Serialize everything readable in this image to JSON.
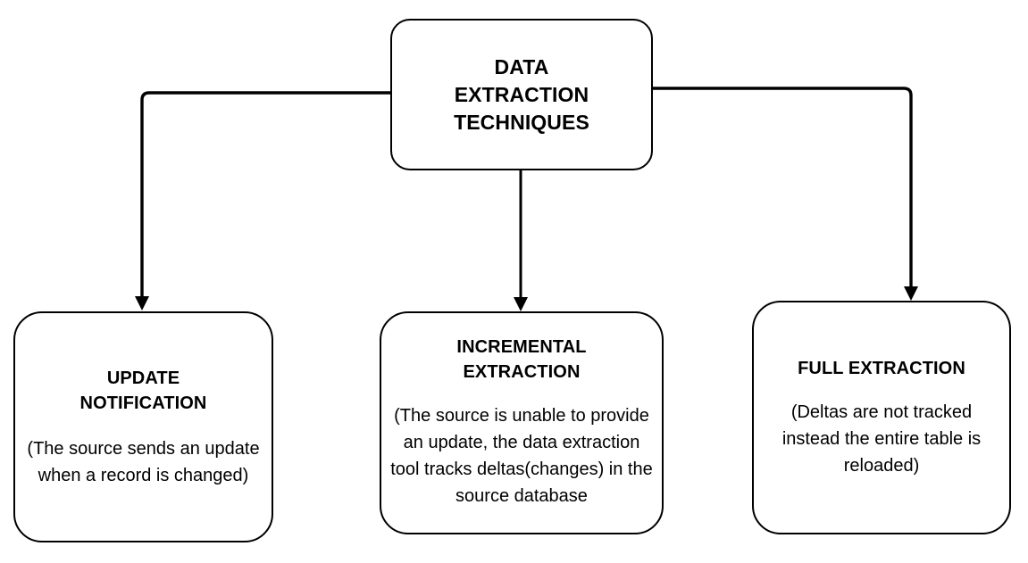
{
  "diagram": {
    "type": "tree-flowchart",
    "orientation": "top-down",
    "background_color": "#ffffff",
    "stroke_color": "#000000",
    "root": {
      "id": "data-extraction-techniques",
      "title": "DATA\nEXTRACTION\nTECHNIQUES"
    },
    "children": [
      {
        "id": "update-notification",
        "title": "UPDATE\nNOTIFICATION",
        "description": "(The source sends an update when a record is changed)"
      },
      {
        "id": "incremental-extraction",
        "title": "INCREMENTAL\nEXTRACTION",
        "description": "(The source is unable to provide an update, the data extraction tool tracks deltas(changes) in the source database"
      },
      {
        "id": "full-extraction",
        "title": "FULL EXTRACTION",
        "description": "(Deltas are not tracked instead the entire table is reloaded)"
      }
    ],
    "connectors": [
      {
        "id": "root-to-update-notification",
        "shape": "elbow-left",
        "arrow": "down"
      },
      {
        "id": "root-to-incremental-extraction",
        "shape": "straight",
        "arrow": "down"
      },
      {
        "id": "root-to-full-extraction",
        "shape": "elbow-right",
        "arrow": "down"
      }
    ]
  }
}
